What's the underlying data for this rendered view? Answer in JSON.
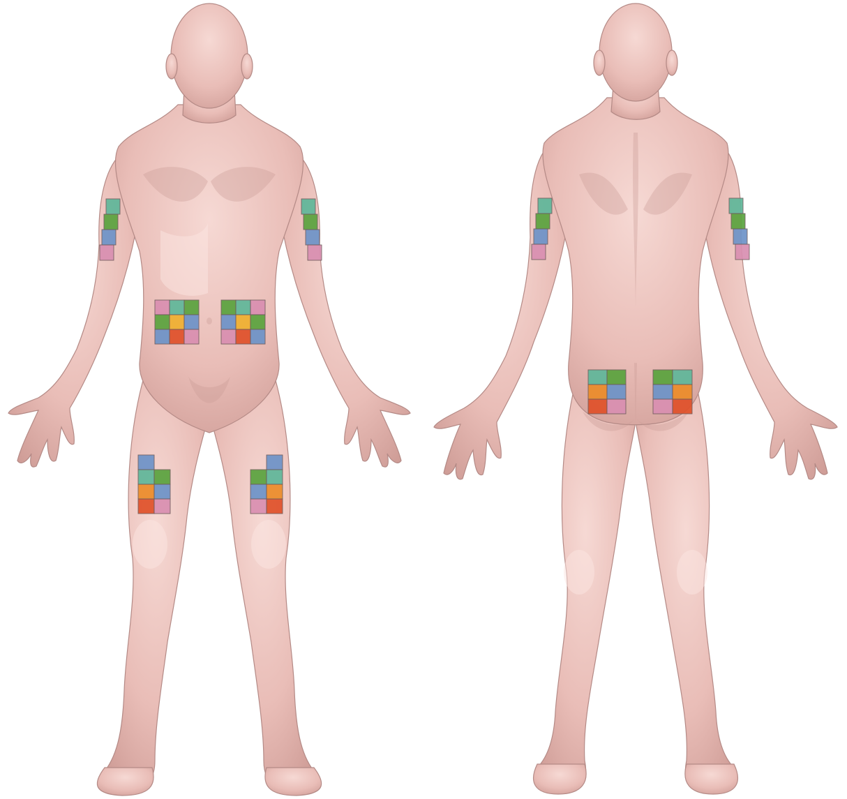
{
  "palette": {
    "teal": "#5fb79a",
    "green": "#5aa33e",
    "blue": "#6d93c8",
    "pink": "#d98fb1",
    "yellow": "#f0b030",
    "red": "#e0512a",
    "orange": "#ec8c2a",
    "skin": "#e9bdb7",
    "skin_light": "#f6d9d4",
    "skin_dark": "#c9958f"
  },
  "figures": {
    "front": {
      "zones": {
        "right_arm": [
          "teal",
          "green",
          "blue",
          "pink"
        ],
        "left_arm": [
          "teal",
          "green",
          "blue",
          "pink"
        ],
        "abdomen_right": [
          [
            "pink",
            "teal",
            "green"
          ],
          [
            "green",
            "yellow",
            "blue"
          ],
          [
            "blue",
            "red",
            "pink"
          ]
        ],
        "abdomen_left": [
          [
            "green",
            "teal",
            "pink"
          ],
          [
            "blue",
            "yellow",
            "green"
          ],
          [
            "pink",
            "red",
            "blue"
          ]
        ],
        "thigh_right": [
          [
            "blue",
            null
          ],
          [
            "teal",
            "green"
          ],
          [
            "orange",
            "blue"
          ],
          [
            "red",
            "pink"
          ]
        ],
        "thigh_left": [
          [
            null,
            "blue"
          ],
          [
            "green",
            "teal"
          ],
          [
            "blue",
            "orange"
          ],
          [
            "pink",
            "red"
          ]
        ]
      }
    },
    "back": {
      "zones": {
        "left_arm": [
          "teal",
          "green",
          "blue",
          "pink"
        ],
        "right_arm": [
          "teal",
          "green",
          "blue",
          "pink"
        ],
        "buttock_left": [
          [
            "teal",
            "green"
          ],
          [
            "orange",
            "blue"
          ],
          [
            "red",
            "pink"
          ]
        ],
        "buttock_right": [
          [
            "green",
            "teal"
          ],
          [
            "blue",
            "orange"
          ],
          [
            "pink",
            "red"
          ]
        ]
      }
    }
  }
}
